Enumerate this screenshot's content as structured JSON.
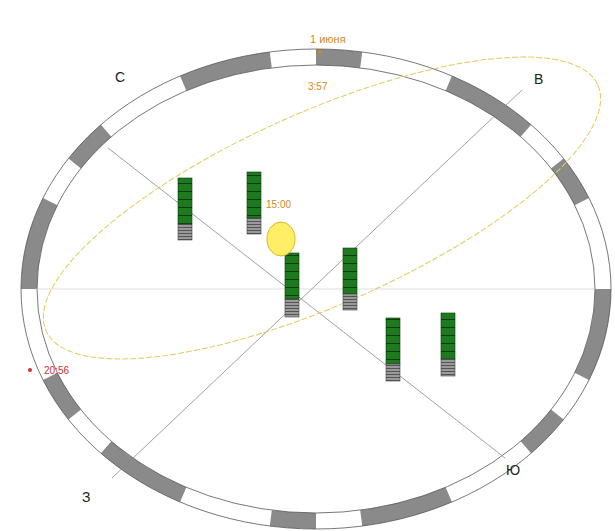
{
  "diagram": {
    "labels": [
      "1 июня",
      "3:57",
      "15:00",
      "20:56",
      "С",
      "В",
      "З",
      "Ю"
    ]
  }
}
